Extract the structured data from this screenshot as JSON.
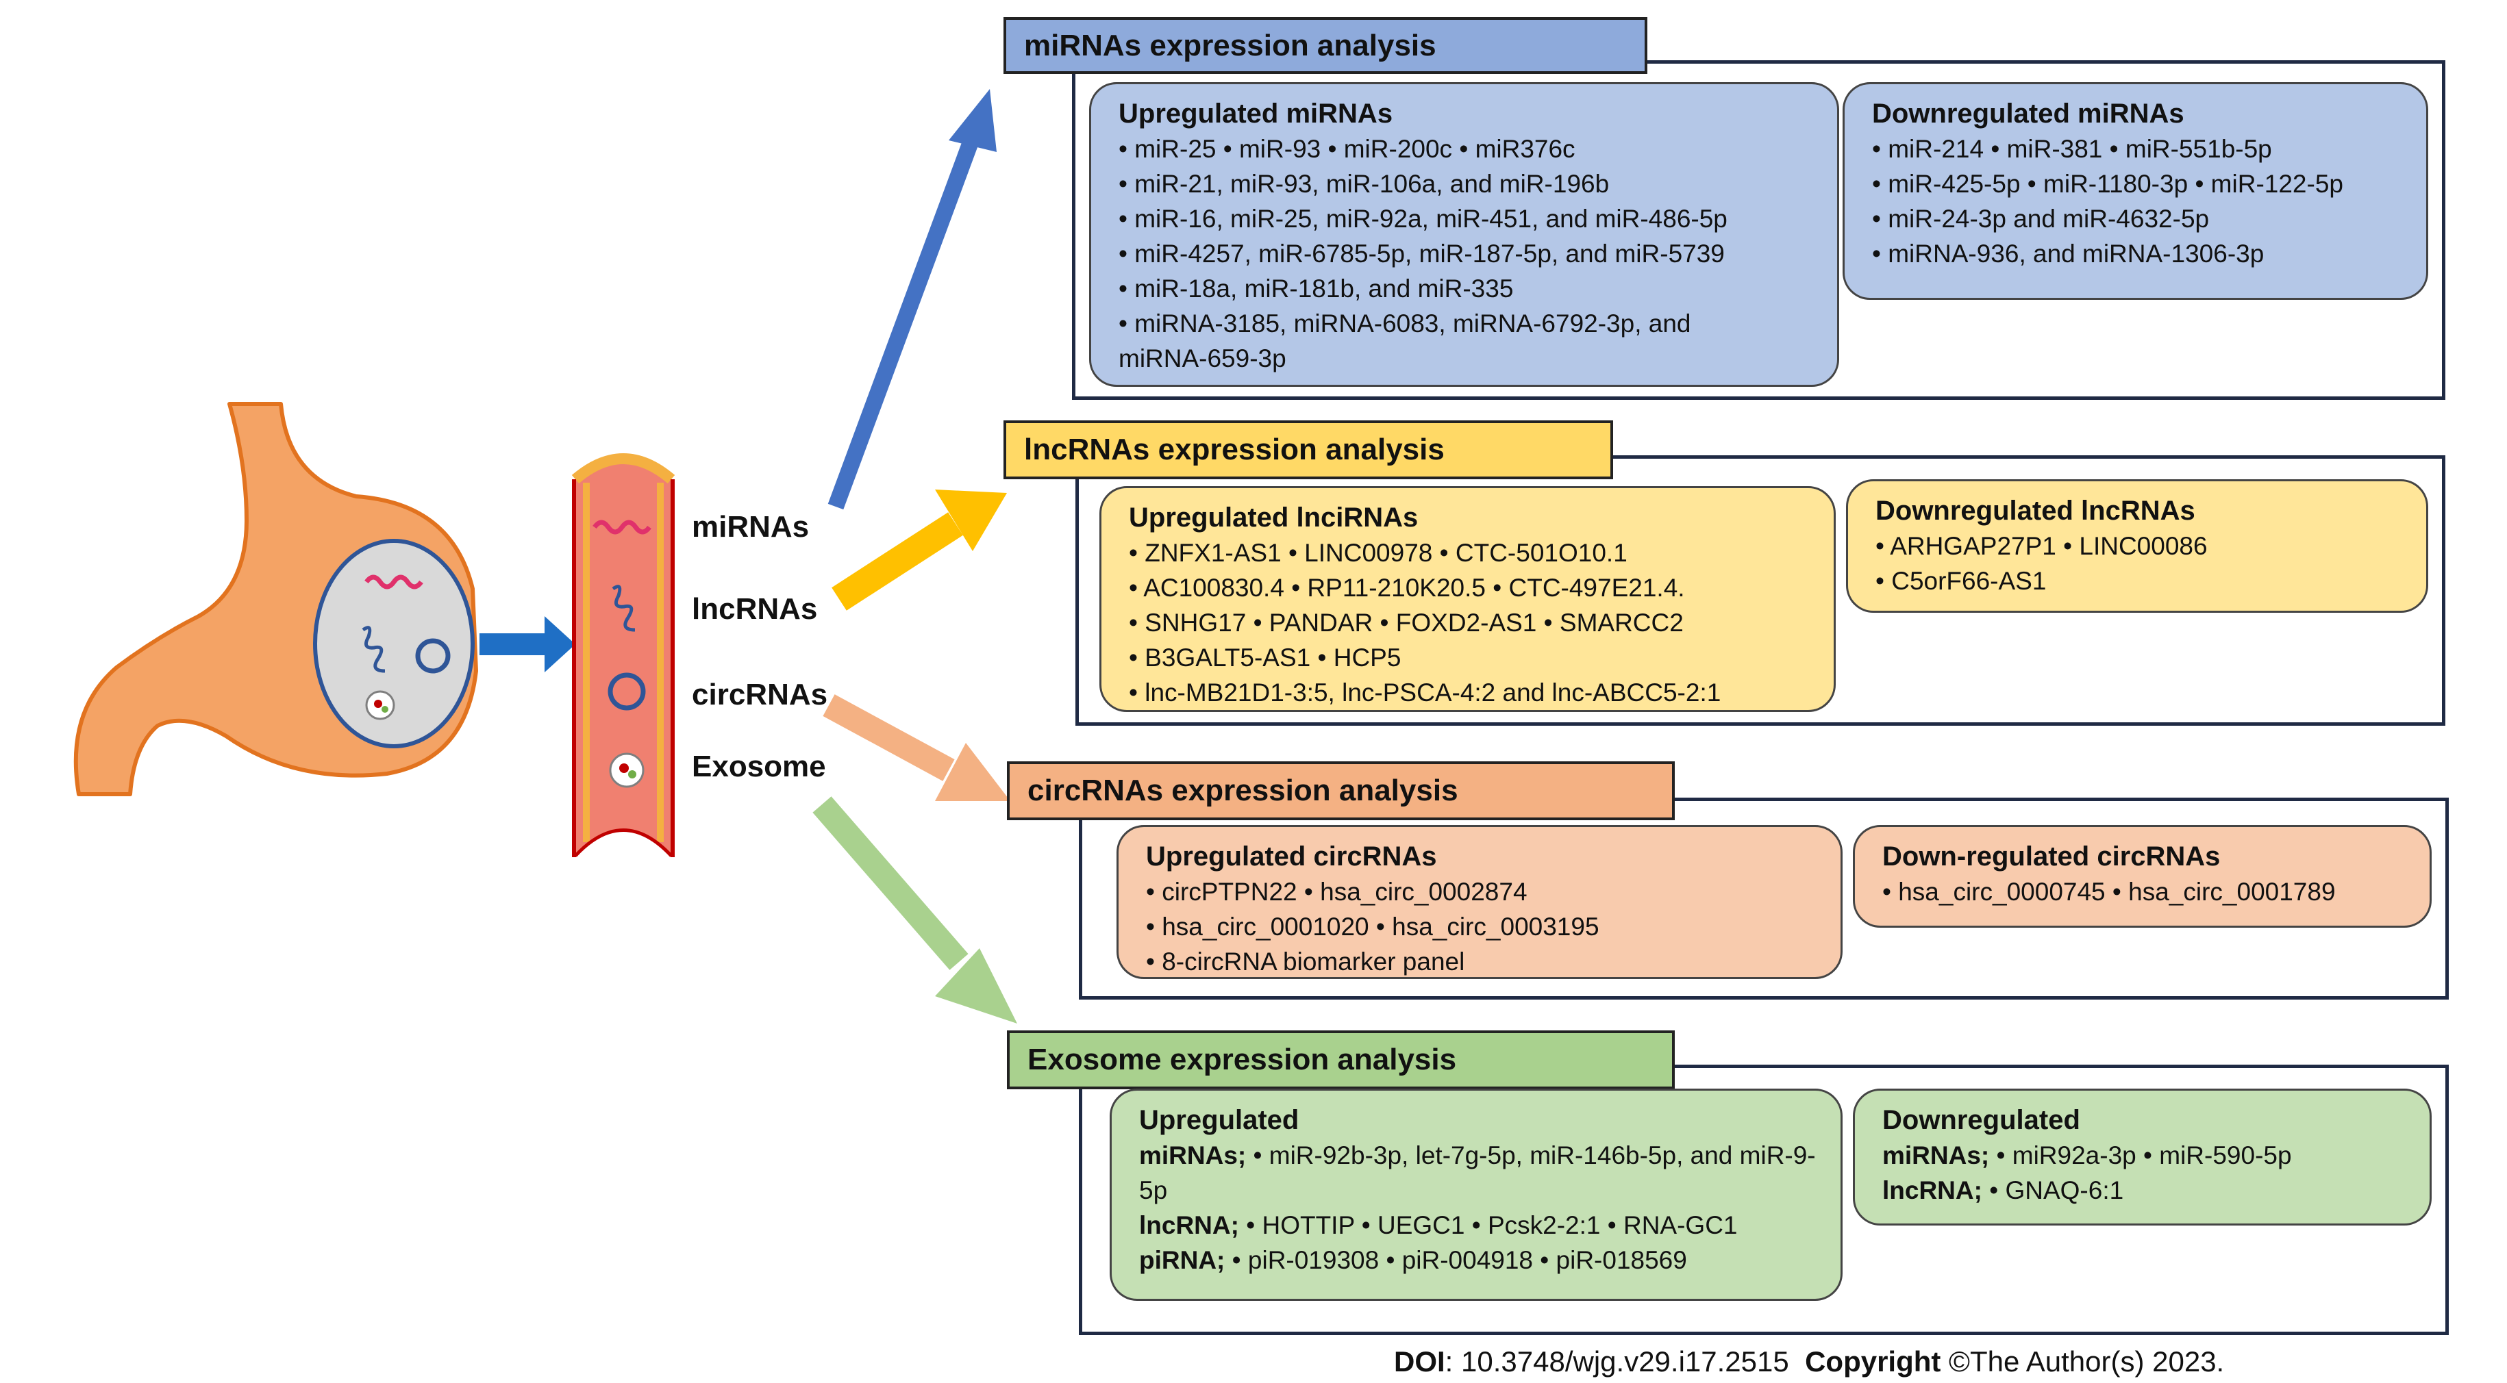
{
  "vessel_labels": [
    "miRNAs",
    "lncRNAs",
    "circRNAs",
    "Exosome"
  ],
  "sections": {
    "mirna": {
      "header": "miRNAs expression analysis",
      "up": {
        "title": "Upregulated miRNAs",
        "lines": [
          "• miR-25 • miR-93 • miR-200c • miR376c",
          "• miR-21, miR-93, miR-106a, and miR-196b",
          "• miR-16, miR-25, miR-92a, miR-451, and miR-486-5p",
          "• miR-4257, miR-6785-5p, miR-187-5p, and miR-5739",
          "• miR-18a, miR-181b, and miR-335",
          "• miRNA-3185, miRNA-6083, miRNA-6792-3p, and miRNA-659-3p"
        ]
      },
      "down": {
        "title": "Downregulated miRNAs",
        "lines": [
          "• miR-214 • miR-381 • miR-551b-5p",
          "• miR-425-5p • miR-1180-3p • miR-122-5p",
          "• miR-24-3p and miR-4632-5p",
          "• miRNA-936, and miRNA-1306-3p"
        ]
      }
    },
    "lncrna": {
      "header": "lncRNAs expression analysis",
      "up": {
        "title": "Upregulated lnciRNAs",
        "lines": [
          "• ZNFX1-AS1 • LINC00978 • CTC-501O10.1",
          "• AC100830.4 • RP11-210K20.5 • CTC-497E21.4.",
          "• SNHG17 • PANDAR • FOXD2-AS1 • SMARCC2",
          "• B3GALT5-AS1 • HCP5",
          "• lnc-MB21D1-3:5, lnc-PSCA-4:2 and lnc-ABCC5-2:1"
        ]
      },
      "down": {
        "title": "Downregulated lncRNAs",
        "lines": [
          "• ARHGAP27P1 • LINC00086",
          "• C5orF66-AS1"
        ]
      }
    },
    "circrna": {
      "header": "circRNAs expression analysis",
      "up": {
        "title": "Upregulated circRNAs",
        "lines": [
          "• circPTPN22 • hsa_circ_0002874",
          "• hsa_circ_0001020 • hsa_circ_0003195",
          "• 8-circRNA biomarker panel"
        ]
      },
      "down": {
        "title": "Down-regulated circRNAs",
        "lines": [
          "• hsa_circ_0000745 • hsa_circ_0001789"
        ]
      }
    },
    "exosome": {
      "header": "Exosome expression analysis",
      "up": {
        "title": "Upregulated",
        "mirnas_label": "miRNAs;",
        "mirnas_text": "• miR-92b-3p, let-7g-5p, miR-146b-5p, and miR-9-5p",
        "lncrna_label": "lncRNA;",
        "lncrna_text": "• HOTTIP • UEGC1 • Pcsk2-2:1 • RNA-GC1",
        "pirna_label": "piRNA;",
        "pirna_text": "• piR-019308 • piR-004918 • piR-018569"
      },
      "down": {
        "title": "Downregulated",
        "mirnas_label": "miRNAs;",
        "mirnas_text": "• miR92a-3p • miR-590-5p",
        "lncrna_label": "lncRNA;",
        "lncrna_text": "• GNAQ-6:1"
      }
    }
  },
  "footer": {
    "doi_label": "DOI",
    "doi_text": ": 10.3748/wjg.v29.i17.2515",
    "copyright_label": "Copyright",
    "copyright_text": " ©The Author(s) 2023."
  },
  "colors": {
    "mirna_header": "#8eaadb",
    "mirna_box": "#b4c7e7",
    "lncrna_header": "#ffd966",
    "lncrna_box": "#ffe699",
    "circrna_header": "#f4b183",
    "circrna_box": "#f8cbad",
    "exosome_header": "#a9d18e",
    "exosome_box": "#c5e0b4"
  }
}
